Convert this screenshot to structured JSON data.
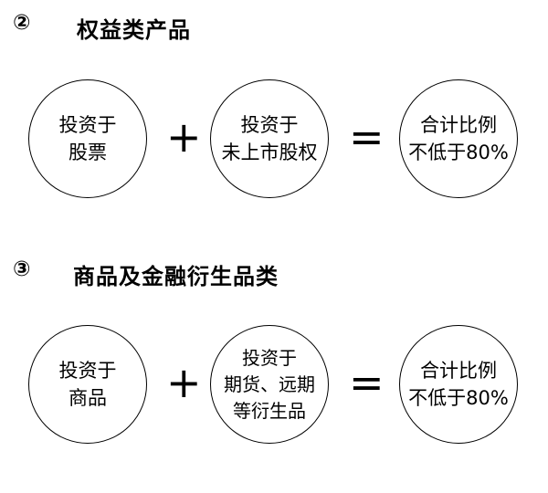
{
  "sections": [
    {
      "number": "②",
      "title": "权益类产品",
      "left": {
        "lines": [
          "投资于",
          "股票"
        ]
      },
      "plus": "+",
      "middle": {
        "lines": [
          "投资于",
          "未上市股权"
        ]
      },
      "equals": "=",
      "right": {
        "lines": [
          "合计比例",
          "不低于80%"
        ]
      }
    },
    {
      "number": "③",
      "title": "商品及金融衍生品类",
      "left": {
        "lines": [
          "投资于",
          "商品"
        ]
      },
      "plus": "+",
      "middle": {
        "lines": [
          "投资于",
          "期货、远期",
          "等衍生品"
        ]
      },
      "equals": "=",
      "right": {
        "lines": [
          "合计比例",
          "不低于80%"
        ]
      }
    }
  ]
}
